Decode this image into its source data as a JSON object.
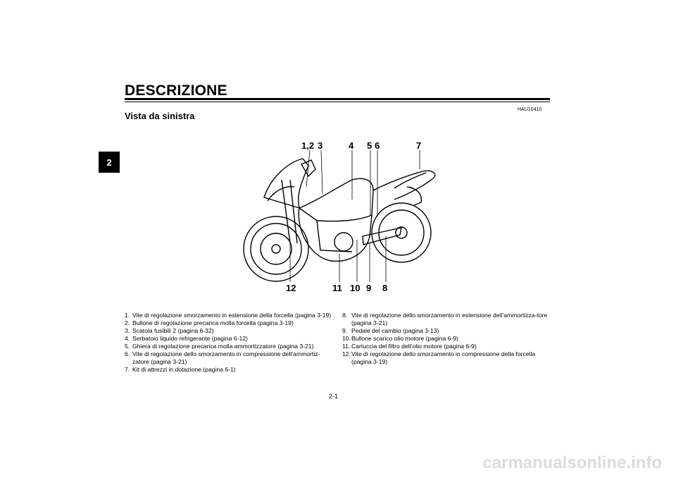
{
  "chapter": "2",
  "title": "DESCRIZIONE",
  "code": "HAU10410",
  "subtitle": "Vista da sinistra",
  "callouts": {
    "c12": "1,2",
    "c3": "3",
    "c4": "4",
    "c5": "5",
    "c6": "6",
    "c7": "7",
    "c8": "8",
    "c9": "9",
    "c10": "10",
    "c11": "11",
    "c12b": "12"
  },
  "left_items": [
    {
      "n": "1.",
      "t": "Vite di regolazione smorzamento in estensione della forcella (pagina 3-19)"
    },
    {
      "n": "2.",
      "t": "Bullone di regolazione precarica molla forcella (pagina 3-19)"
    },
    {
      "n": "3.",
      "t": "Scatola fusibili 2 (pagina 6-32)"
    },
    {
      "n": "4.",
      "t": "Serbatoio liquido refrigerante (pagina 6-12)"
    },
    {
      "n": "5.",
      "t": "Ghiera di regolazione precarica molla ammortizzatore (pagina 3-21)"
    },
    {
      "n": "6.",
      "t": "Vite di regolazione dello smorzamento in compressione dell’ammortiz-zatore (pagina 3-21)"
    },
    {
      "n": "7.",
      "t": "Kit di attrezzi in dotazione (pagina 6-1)"
    }
  ],
  "right_items": [
    {
      "n": "8.",
      "t": "Vite di regolazione dello smorzamento in estensione dell’ammortizza-tore (pagina 3-21)"
    },
    {
      "n": "9.",
      "t": "Pedale del cambio (pagina 3-13)"
    },
    {
      "n": "10.",
      "t": "Bullone scarico olio motore (pagina 6-9)"
    },
    {
      "n": "11.",
      "t": "Cartuccia del filtro dell’olio motore (pagina 6-9)"
    },
    {
      "n": "12.",
      "t": "Vite di regolazione dello smorzamento in compressione della forcella (pagina 3-19)"
    }
  ],
  "page_number": "2-1",
  "watermark": "carmanualsonline.info"
}
